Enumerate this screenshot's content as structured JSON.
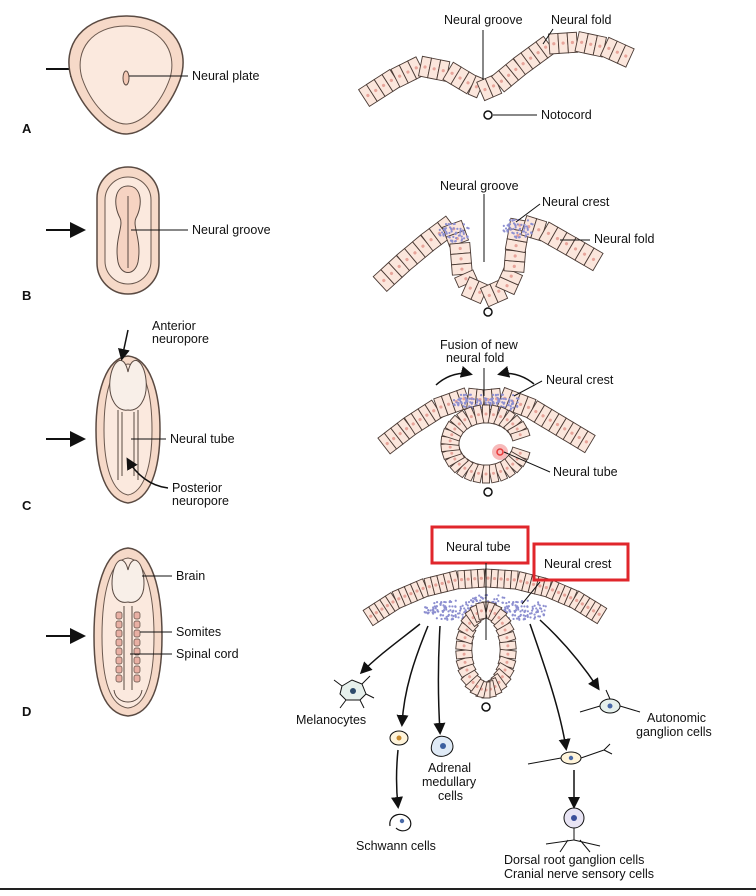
{
  "panels": [
    "A",
    "B",
    "C",
    "D"
  ],
  "labels": {
    "a_neural_plate": "Neural plate",
    "a_neural_groove": "Neural groove",
    "a_neural_fold": "Neural fold",
    "a_notocord": "Notocord",
    "b_neural_groove_left": "Neural groove",
    "b_neural_groove_right": "Neural groove",
    "b_neural_crest": "Neural crest",
    "b_neural_fold": "Neural fold",
    "c_anterior_neuropore": [
      "Anterior",
      "neuropore"
    ],
    "c_neural_tube_left": "Neural tube",
    "c_posterior_neuropore": [
      "Posterior",
      "neuropore"
    ],
    "c_fusion": [
      "Fusion of new",
      "neural fold"
    ],
    "c_neural_crest": "Neural crest",
    "c_neural_tube_right": "Neural tube",
    "d_brain": "Brain",
    "d_somites": "Somites",
    "d_spinal_cord": "Spinal cord",
    "d_neural_tube": "Neural tube",
    "d_neural_crest": "Neural crest",
    "d_melanocytes": "Melanocytes",
    "d_schwann": "Schwann cells",
    "d_adrenal": [
      "Adrenal",
      "medullary",
      "cells"
    ],
    "d_autonomic": [
      "Autonomic",
      "ganglion cells"
    ],
    "d_dorsal_root": [
      "Dorsal root ganglion cells",
      "Cranial nerve sensory cells"
    ]
  },
  "colors": {
    "embryo_fill": "#f6d9c8",
    "embryo_inner": "#fbe9de",
    "cell_fill": "#fbe6dc",
    "nucleus": "#e8a49a",
    "crest_dots": "#8d8fd0",
    "highlight_box": "#e0262b",
    "red_cell": "#e83a3a"
  }
}
